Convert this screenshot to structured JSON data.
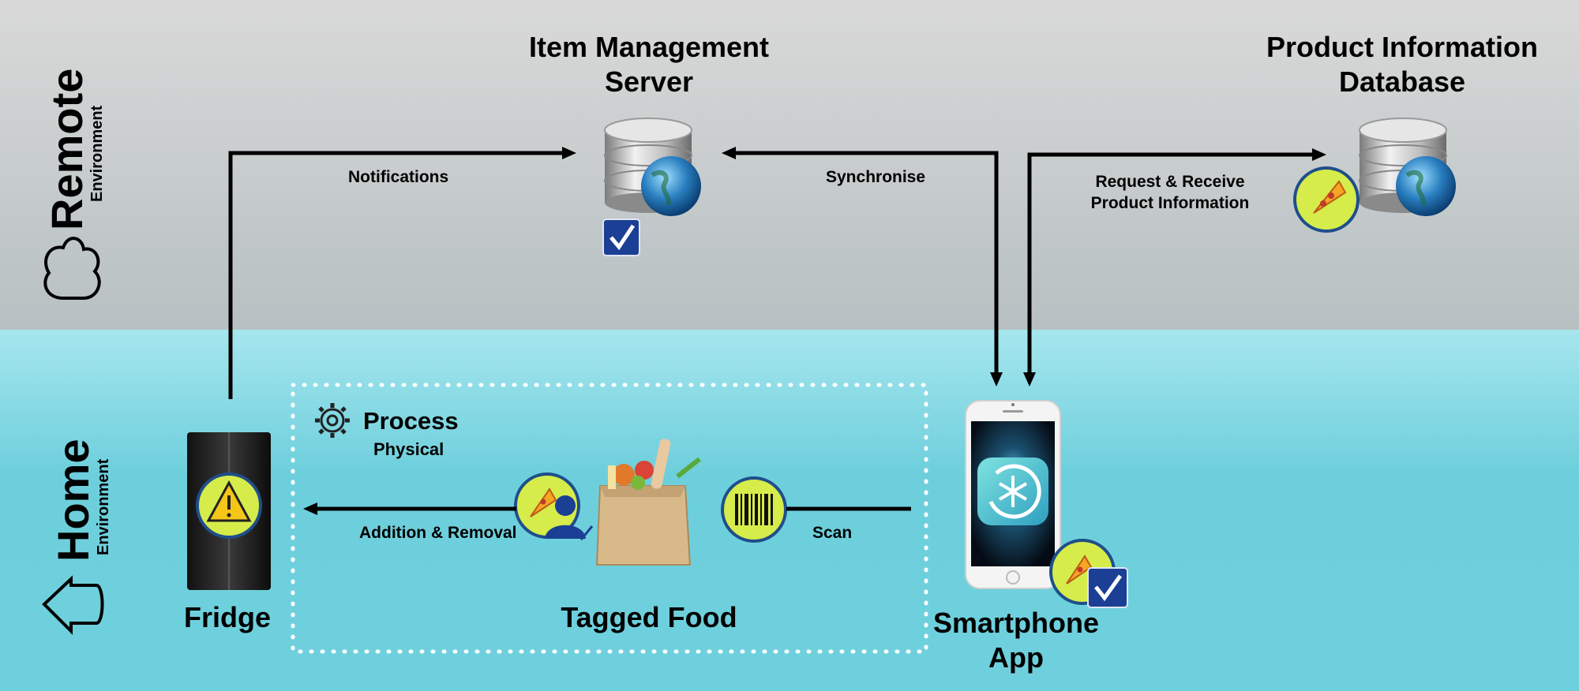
{
  "environments": {
    "remote": {
      "title": "Remote",
      "subtitle": "Environment"
    },
    "home": {
      "title": "Home",
      "subtitle": "Environment"
    }
  },
  "nodes": {
    "server": {
      "title_line1": "Item Management",
      "title_line2": "Server"
    },
    "database": {
      "title_line1": "Product Information",
      "title_line2": "Database"
    },
    "fridge": {
      "title": "Fridge"
    },
    "food": {
      "title": "Tagged Food"
    },
    "phone": {
      "title_line1": "Smartphone",
      "title_line2": "App"
    }
  },
  "process": {
    "title": "Process",
    "subtitle": "Physical"
  },
  "edges": {
    "notifications": "Notifications",
    "synchronise": "Synchronise",
    "request_line1": "Request & Receive",
    "request_line2": "Product Information",
    "addition": "Addition & Removal",
    "scan": "Scan"
  },
  "icons": [
    "cloud-icon",
    "home-icon",
    "database-globe-icon",
    "checkbox-icon",
    "pizza-tag-icon",
    "warning-icon",
    "barcode-icon",
    "gear-icon",
    "user-icon",
    "grocery-bag-icon",
    "snowflake-app-icon"
  ],
  "colors": {
    "remote_bg": "#d0d0d0",
    "home_bg": "#7fd6e2",
    "tag_green": "#d6ec4a",
    "tag_border": "#1f4e8c",
    "check_blue": "#1b3f94",
    "arrow": "#000000"
  }
}
